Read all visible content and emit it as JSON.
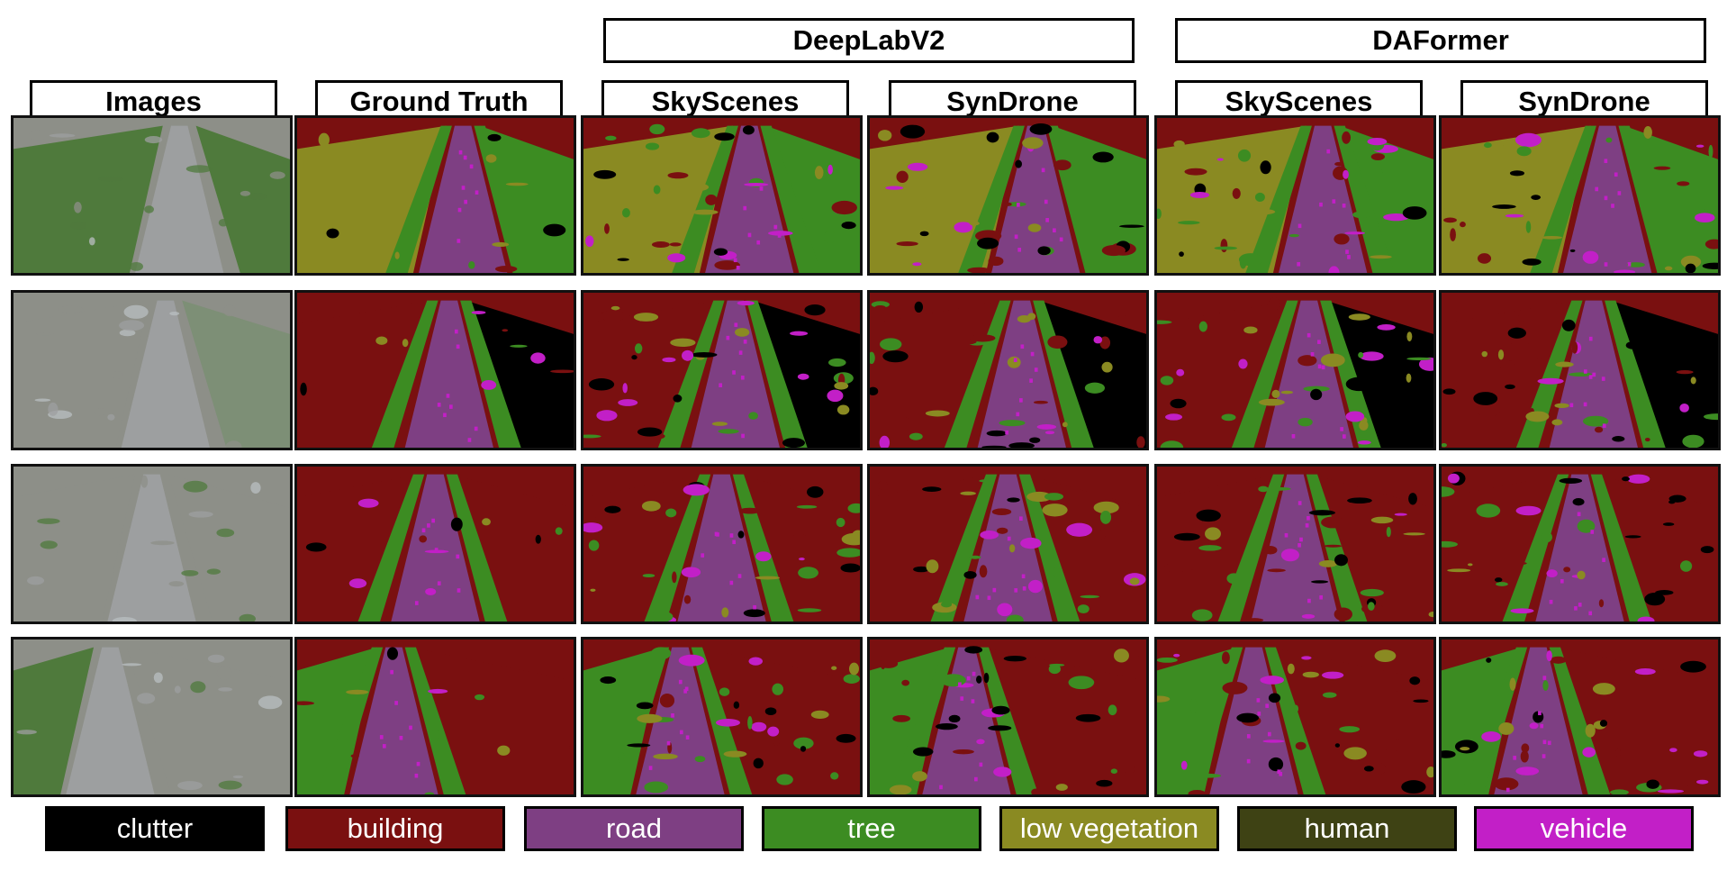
{
  "group_headers": {
    "deeplab": "DeepLabV2",
    "daformer": "DAFormer"
  },
  "column_headers": {
    "images": "Images",
    "ground_truth": "Ground Truth",
    "deeplab_skyscenes": "SkyScenes",
    "deeplab_syndrone": "SynDrone",
    "daformer_skyscenes": "SkyScenes",
    "daformer_syndrone": "SynDrone"
  },
  "legend": [
    {
      "label": "clutter",
      "color": "#000000"
    },
    {
      "label": "building",
      "color": "#7a1010"
    },
    {
      "label": "road",
      "color": "#7e3f83"
    },
    {
      "label": "tree",
      "color": "#3c8c22"
    },
    {
      "label": "low vegetation",
      "color": "#8a8a22"
    },
    {
      "label": "human",
      "color": "#3e4214"
    },
    {
      "label": "vehicle",
      "color": "#c21fc7"
    }
  ],
  "photo_colors": {
    "sky": "#b9bfc1",
    "urban": "#8d8f88",
    "green": "#4f7a3c",
    "road": "#9d9fa0",
    "water": "#7d8f76"
  }
}
